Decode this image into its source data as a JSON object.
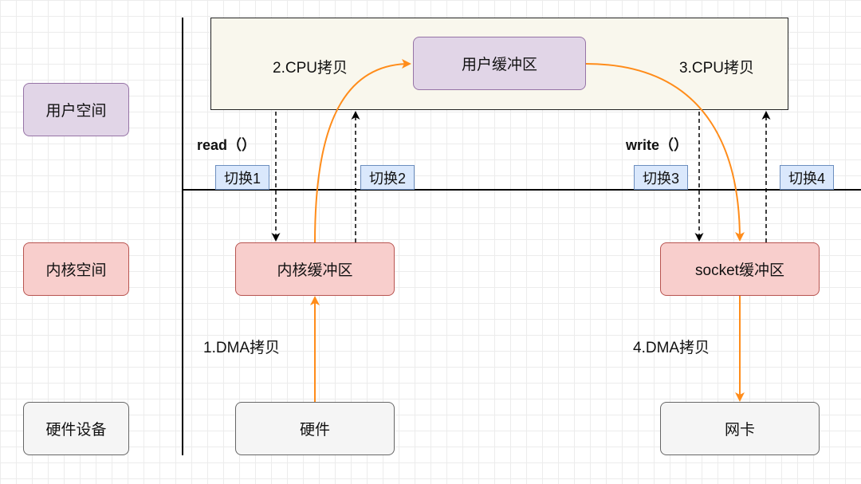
{
  "rows": {
    "user_space": "用户空间",
    "kernel_space": "内核空间",
    "hardware_device": "硬件设备"
  },
  "nodes": {
    "user_buffer": "用户缓冲区",
    "kernel_buffer": "内核缓冲区",
    "socket_buffer": "socket缓冲区",
    "hardware": "硬件",
    "nic": "网卡"
  },
  "steps": {
    "dma_copy_1": "1.DMA拷贝",
    "cpu_copy_2": "2.CPU拷贝",
    "cpu_copy_3": "3.CPU拷贝",
    "dma_copy_4": "4.DMA拷贝"
  },
  "calls": {
    "read": "read（）",
    "write": "write（）"
  },
  "switches": [
    "切换1",
    "切换2",
    "切换3",
    "切换4"
  ],
  "colors": {
    "data_copy_arrow": "#ff8c1a",
    "context_switch_arrow": "#000000",
    "user_fill": "#e1d5e7",
    "kernel_fill": "#f8cecc",
    "hardware_fill": "#f5f5f5",
    "switch_fill": "#dae8fc",
    "user_area_fill": "#f9f7ed"
  }
}
